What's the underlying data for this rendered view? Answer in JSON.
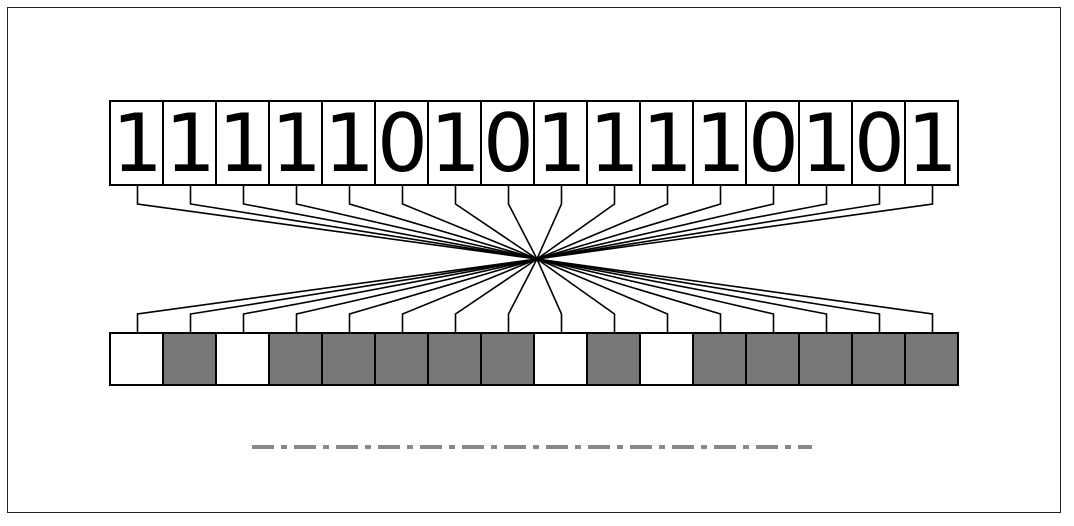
{
  "bits": [
    "1",
    "1",
    "1",
    "1",
    "1",
    "0",
    "1",
    "0",
    "1",
    "1",
    "1",
    "1",
    "0",
    "1",
    "0",
    "1"
  ],
  "output_cells": [
    "white",
    "dark",
    "white",
    "dark",
    "dark",
    "dark",
    "dark",
    "dark",
    "white",
    "dark",
    "white",
    "dark",
    "dark",
    "dark",
    "dark",
    "dark"
  ],
  "colors": {
    "dark_cell": "#777777",
    "light_cell": "#ffffff",
    "stroke": "#000000",
    "dash_line": "#888888"
  },
  "cell_count": 16,
  "topology": "all bits wired through a single central crossing point, reversing order (bit-reversal)"
}
